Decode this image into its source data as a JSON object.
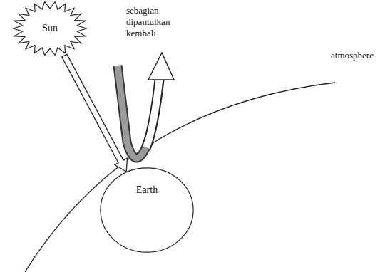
{
  "diagram": {
    "nodes": [
      {
        "text": [
          "Sun"
        ]
      },
      {
        "text": [
          "Earth"
        ]
      }
    ],
    "edges": [
      {
        "from": 0,
        "to": 1,
        "arrow": "to"
      }
    ],
    "labels": [
      "sebagian dipantulkan kembali",
      "atmosphere"
    ]
  }
}
